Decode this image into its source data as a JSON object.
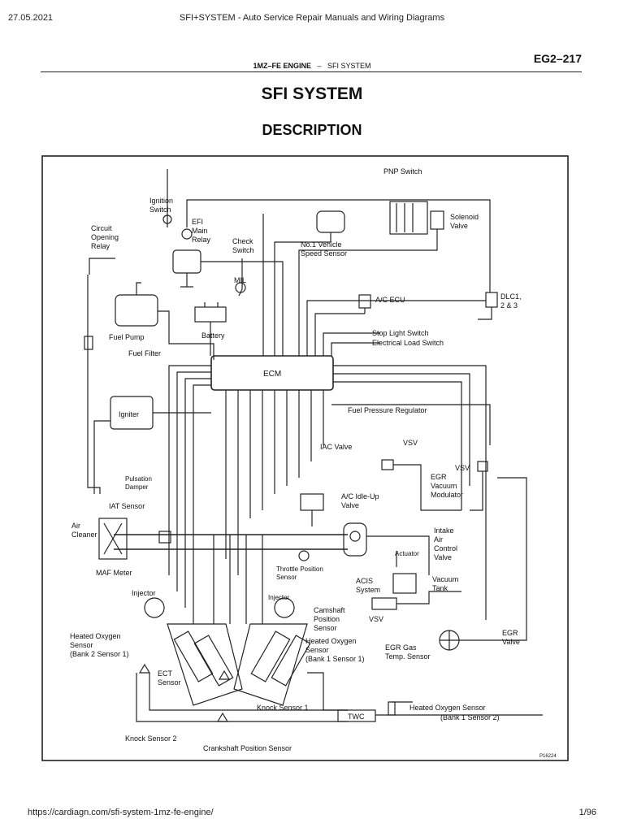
{
  "print_header": {
    "date": "27.05.2021",
    "title": "SFI+SYSTEM - Auto Service Repair Manuals and Wiring Diagrams"
  },
  "page_number": "EG2–217",
  "section": {
    "engine": "1MZ–FE ENGINE",
    "separator": "–",
    "system": "SFI SYSTEM"
  },
  "title": "SFI SYSTEM",
  "subtitle": "DESCRIPTION",
  "diagram": {
    "labels": {
      "pnp_switch": "PNP Switch",
      "ignition_switch_1": "Ignition",
      "ignition_switch_2": "Switch",
      "efi_1": "EFI",
      "efi_2": "Main",
      "efi_3": "Relay",
      "circuit_1": "Circuit",
      "circuit_2": "Opening",
      "circuit_3": "Relay",
      "check_1": "Check",
      "check_2": "Switch",
      "speed_1": "No.1 Vehicle",
      "speed_2": "Speed Sensor",
      "solenoid_1": "Solenoid",
      "solenoid_2": "Valve",
      "mil": "MIL",
      "dlc_1": "DLC1,",
      "dlc_2": "2 & 3",
      "ac_ecu": "A/C ECU",
      "fuel_pump": "Fuel Pump",
      "battery": "Battery",
      "stop_light": "Stop Light Switch",
      "elec_load": "Electrical Load Switch",
      "fuel_filter": "Fuel Filter",
      "ecm": "ECM",
      "igniter": "Igniter",
      "fuel_pressure": "Fuel Pressure Regulator",
      "iac": "IAC Valve",
      "vsv_1": "VSV",
      "vsv_2": "VSV",
      "egr_vac_1": "EGR",
      "egr_vac_2": "Vacuum",
      "egr_vac_3": "Modulator",
      "pulsation_1": "Pulsation",
      "pulsation_2": "Damper",
      "ac_idle_1": "A/C Idle-Up",
      "ac_idle_2": "Valve",
      "iat": "IAT Sensor",
      "intake_1": "Intake",
      "intake_2": "Air",
      "intake_3": "Control",
      "intake_4": "Valve",
      "air_1": "Air",
      "air_2": "Cleaner",
      "actuator": "Actuator",
      "throttle_1": "Throttle Position",
      "throttle_2": "Sensor",
      "maf": "MAF Meter",
      "acis_1": "ACIS",
      "acis_2": "System",
      "vacuum_1": "Vacuum",
      "vacuum_2": "Tank",
      "injector_l": "Injector",
      "injector_r": "Injector",
      "cam_1": "Camshaft",
      "cam_2": "Position",
      "cam_3": "Sensor",
      "vsv_3": "VSV",
      "ho2_b2_1": "Heated Oxygen",
      "ho2_b2_2": "Sensor",
      "ho2_b2_3": "(Bank 2 Sensor 1)",
      "ho2_b1_1": "Heated Oxygen",
      "ho2_b1_2": "Sensor",
      "ho2_b1_3": "(Bank 1 Sensor 1)",
      "egr_gas_1": "EGR Gas",
      "egr_gas_2": "Temp. Sensor",
      "egr_valve_1": "EGR",
      "egr_valve_2": "Valve",
      "ect_1": "ECT",
      "ect_2": "Sensor",
      "knock_1": "Knock Sensor 1",
      "twc": "TWC",
      "ho2_b1s2_1": "Heated Oxygen Sensor",
      "ho2_b1s2_2": "(Bank 1 Sensor 2)",
      "knock_2": "Knock Sensor 2",
      "crank": "Crankshaft Position Sensor",
      "fig_id": "P16224"
    }
  },
  "print_footer": {
    "url": "https://cardiagn.com/sfi-system-1mz-fe-engine/",
    "page": "1/96"
  }
}
